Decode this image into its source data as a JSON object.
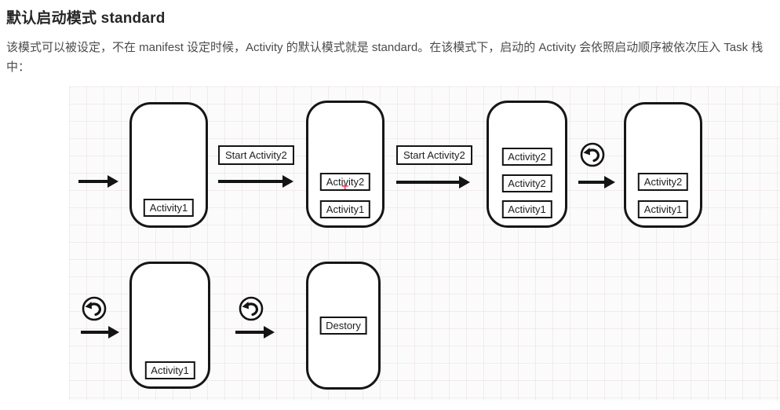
{
  "article": {
    "title": "默认启动模式 standard",
    "paragraph": "该模式可以被设定，不在 manifest 设定时候，Activity 的默认模式就是 standard。在该模式下，启动的 Activity 会依照启动顺序被依次压入 Task 栈中："
  },
  "diagram": {
    "type": "flow",
    "start_label": "Start Activity2",
    "cursor_glyph": "+",
    "cursor_color": "#e8446c",
    "stroke_color": "#161616",
    "icons": {
      "back": "undo-arrow-in-circle",
      "forward": "right-arrow"
    },
    "phones": [
      {
        "stack": [
          "Activity1"
        ]
      },
      {
        "stack": [
          "Activity2",
          "Activity1"
        ]
      },
      {
        "stack": [
          "Activity2",
          "Activity2",
          "Activity1"
        ]
      },
      {
        "stack": [
          "Activity2",
          "Activity1"
        ]
      },
      {
        "stack": [
          "Activity1"
        ]
      },
      {
        "stack": [
          "Destory"
        ]
      }
    ]
  }
}
